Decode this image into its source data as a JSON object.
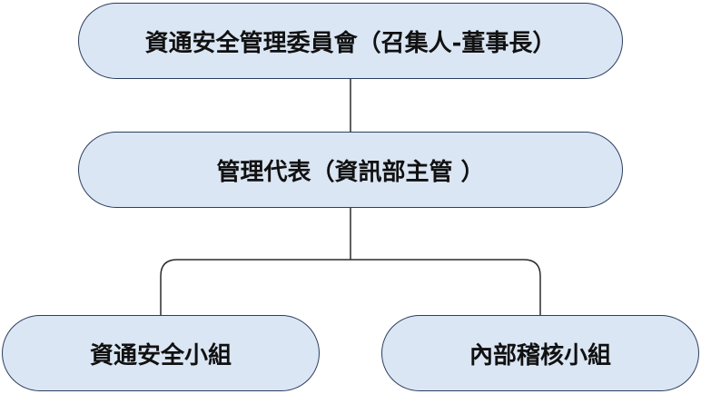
{
  "nodes": {
    "committee": "資通安全管理委員會（召集人-董事長）",
    "rep": "管理代表（資訊部主管 ）",
    "security_team": "資通安全小組",
    "audit_team": "內部稽核小組"
  },
  "colors": {
    "node_fill": "#dbe6f4",
    "node_border": "#2d3e5e",
    "connector": "#2b2b2b"
  }
}
